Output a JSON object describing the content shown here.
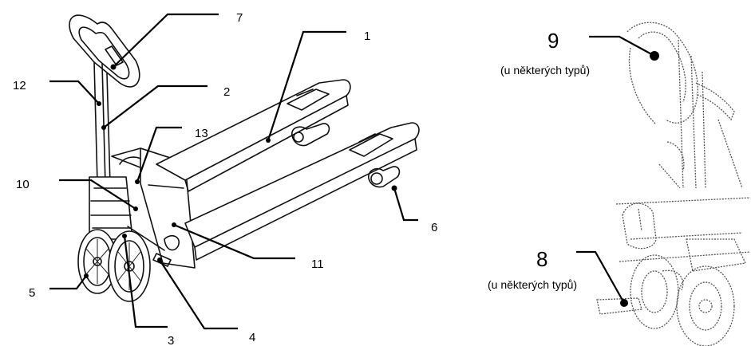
{
  "callouts": {
    "c1": "1",
    "c2": "2",
    "c3": "3",
    "c4": "4",
    "c5": "5",
    "c6": "6",
    "c7": "7",
    "c8": "8",
    "c9": "9",
    "c10": "10",
    "c11": "11",
    "c12": "12",
    "c13": "13"
  },
  "notes": {
    "note9": "(u některých typů)",
    "note8": "(u některých typů)"
  }
}
